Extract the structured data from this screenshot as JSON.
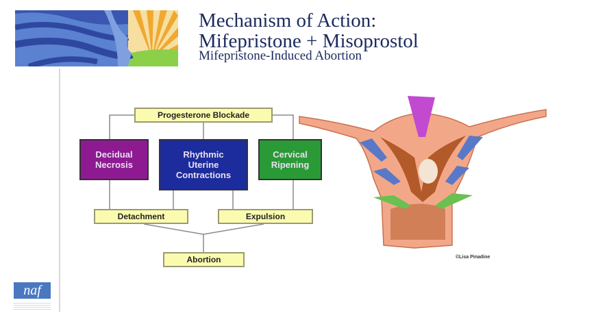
{
  "header": {
    "title_line1": "Mechanism of Action:",
    "title_line2": "Mifepristone + Misoprostol",
    "subtitle": "Mifepristone-Induced Abortion"
  },
  "logo": {
    "footer_text": "naf"
  },
  "diagram": {
    "top": "Progesterone Blockade",
    "effects": [
      {
        "label": "Decidual Necrosis",
        "color": "#8e1a92"
      },
      {
        "label": "Rhythmic Uterine Contractions",
        "color": "#1c2c9c"
      },
      {
        "label": "Cervical Ripening",
        "color": "#2a9a36"
      }
    ],
    "outcomes": [
      "Detachment",
      "Expulsion"
    ],
    "result": "Abortion"
  },
  "illustration": {
    "credit": "©Lisa Pinadine"
  }
}
